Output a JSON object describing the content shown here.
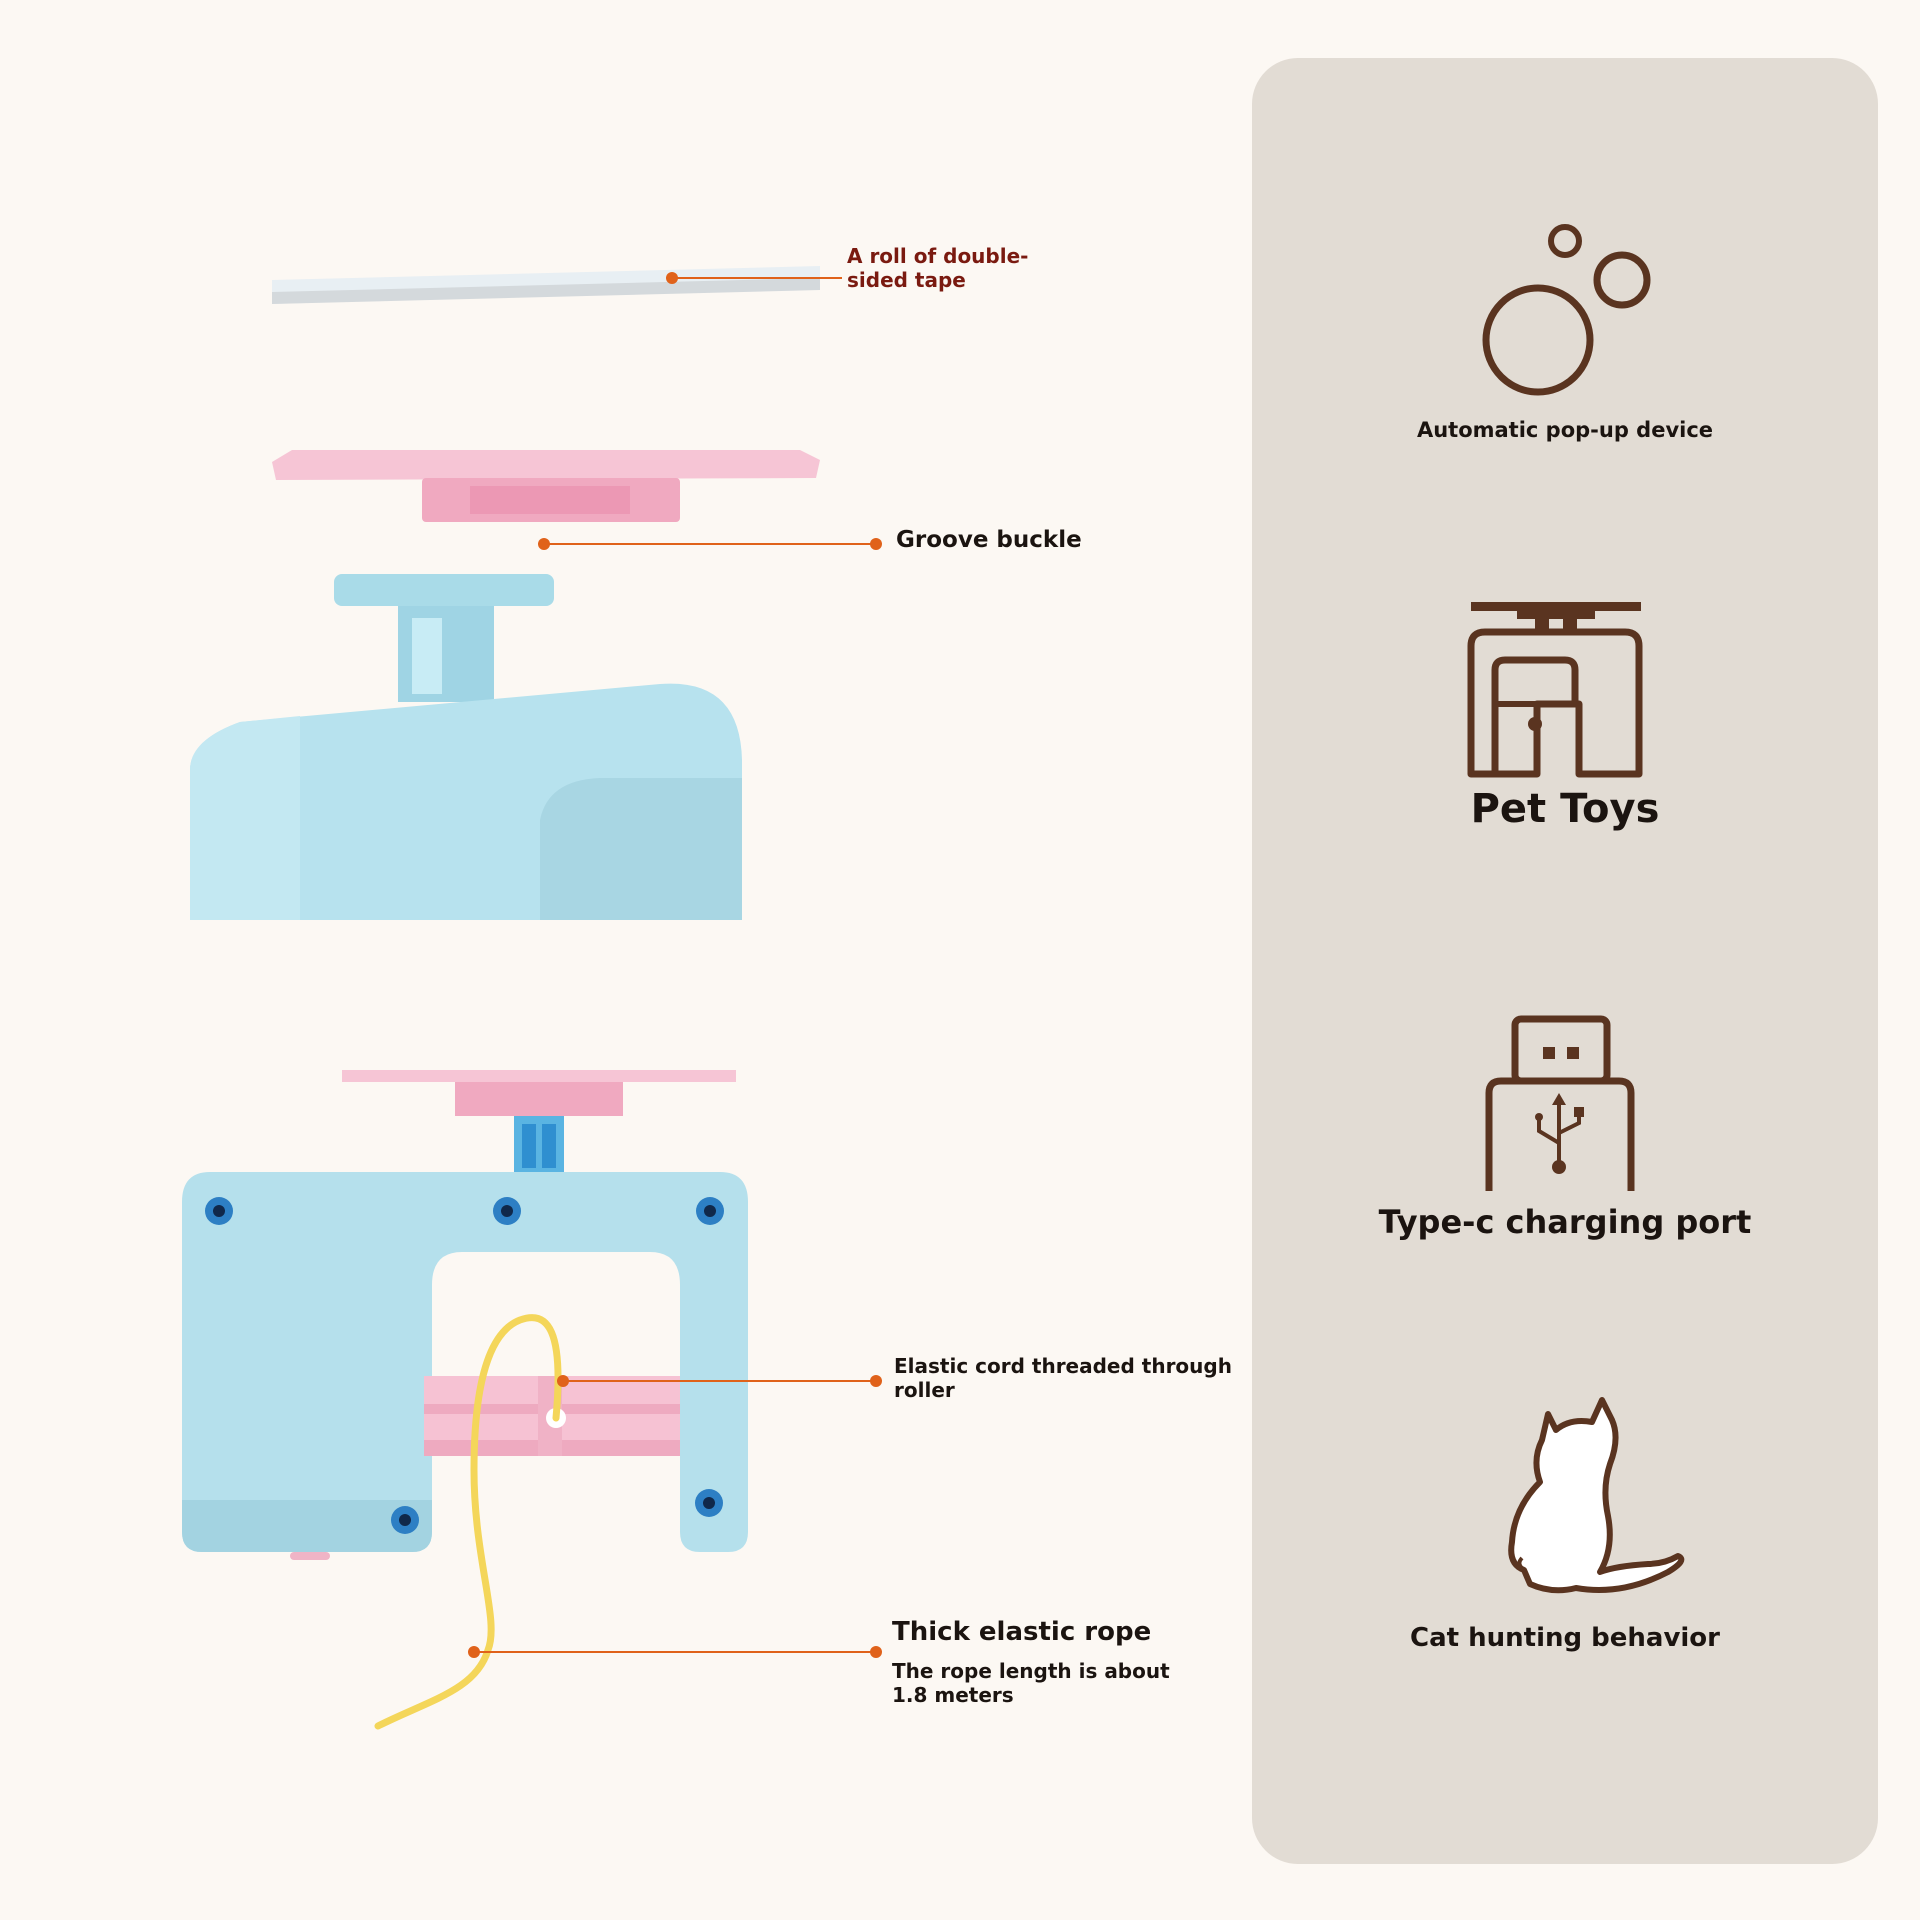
{
  "callouts": {
    "tape": "A roll of double-sided tape",
    "groove": "Groove buckle",
    "elastic": "Elastic cord threaded through roller",
    "rope_title": "Thick elastic rope",
    "rope_sub": "The rope length is about 1.8 meters"
  },
  "features": [
    {
      "label": "Automatic pop-up device",
      "icon": "bubbles-icon"
    },
    {
      "label": "Pet Toys",
      "icon": "table-device-icon"
    },
    {
      "label": "Type-c charging port",
      "icon": "usb-plug-icon"
    },
    {
      "label": "Cat hunting behavior",
      "icon": "cat-icon"
    }
  ],
  "colors": {
    "background": "#fcf8f3",
    "panel": "#e2dcd4",
    "icon_brown": "#5a3420",
    "leader_orange": "#e0621a",
    "body_blue": "#b5e0ec",
    "pad_pink": "#f3bfd0",
    "rope_yellow": "#f4d65a"
  }
}
